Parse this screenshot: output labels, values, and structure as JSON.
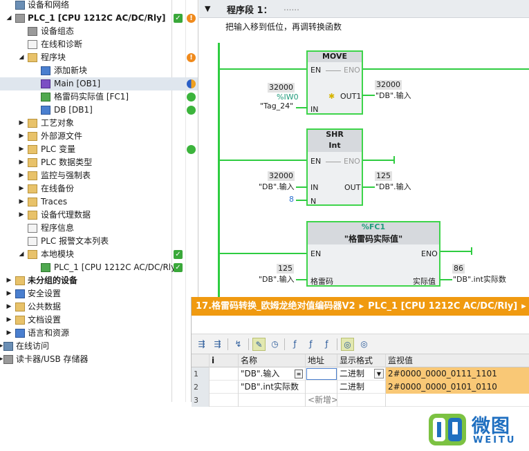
{
  "tree": {
    "items": [
      {
        "label": "设备和网络"
      },
      {
        "label": "PLC_1 [CPU 1212C AC/DC/Rly]"
      },
      {
        "label": "设备组态"
      },
      {
        "label": "在线和诊断"
      },
      {
        "label": "程序块"
      },
      {
        "label": "添加新块"
      },
      {
        "label": "Main [OB1]"
      },
      {
        "label": "格雷码实际值 [FC1]"
      },
      {
        "label": "DB [DB1]"
      },
      {
        "label": "工艺对象"
      },
      {
        "label": "外部源文件"
      },
      {
        "label": "PLC 变量"
      },
      {
        "label": "PLC 数据类型"
      },
      {
        "label": "监控与强制表"
      },
      {
        "label": "在线备份"
      },
      {
        "label": "Traces"
      },
      {
        "label": "设备代理数据"
      },
      {
        "label": "程序信息"
      },
      {
        "label": "PLC 报警文本列表"
      },
      {
        "label": "本地模块"
      },
      {
        "label": "PLC_1 [CPU 1212C AC/DC/Rly]"
      },
      {
        "label": "未分组的设备"
      },
      {
        "label": "安全设置"
      },
      {
        "label": "公共数据"
      },
      {
        "label": "文档设置"
      },
      {
        "label": "语言和资源"
      },
      {
        "label": "在线访问"
      },
      {
        "label": "读卡器/USB 存储器"
      }
    ]
  },
  "editor": {
    "segment_title": "程序段 1：",
    "segment_dots": "......",
    "comment": "把输入移到低位，再调转换函数",
    "move": {
      "name": "MOVE",
      "en": "EN",
      "eno": "ENO",
      "in": "IN",
      "out": "OUT1",
      "in_value": "32000",
      "in_addr": "%IW0",
      "in_tag": "\"Tag_24\"",
      "out_value": "32000",
      "out_tag": "\"DB\".输入"
    },
    "shr": {
      "name": "SHR",
      "type": "Int",
      "en": "EN",
      "eno": "ENO",
      "in": "IN",
      "n": "N",
      "out": "OUT",
      "in_value": "32000",
      "in_tag": "\"DB\".输入",
      "n_value": "8",
      "out_value": "125",
      "out_tag": "\"DB\".输入"
    },
    "fc": {
      "addr": "%FC1",
      "name": "\"格雷码实际值\"",
      "en": "EN",
      "eno": "ENO",
      "in": "格雷码",
      "out": "实际值",
      "in_value": "125",
      "in_tag": "\"DB\".输入",
      "out_value": "86",
      "out_tag": "\"DB\".int实际数"
    }
  },
  "watch": {
    "title_parts": [
      "17.格雷码转换_欧姆龙绝对值编码器V2",
      "PLC_1 [CPU 1212C AC/DC/Rly]"
    ],
    "separator": "▸",
    "columns": [
      "",
      "i",
      "名称",
      "地址",
      "显示格式",
      "监视值"
    ],
    "rows": [
      {
        "num": "1",
        "name": "\"DB\".输入",
        "addr": "",
        "format": "二进制",
        "value": "2#0000_0000_0111_1101"
      },
      {
        "num": "2",
        "name": "\"DB\".int实际数",
        "addr": "",
        "format": "二进制",
        "value": "2#0000_0000_0101_0110"
      },
      {
        "num": "3",
        "name": "",
        "addr": "<新增>",
        "format": "",
        "value": ""
      }
    ]
  },
  "logo": {
    "cn": "微图",
    "en": "WEITU"
  },
  "colors": {
    "accent_orange": "#f09a10",
    "ladder_green": "#2ecc40",
    "monitor_highlight": "#f9c876",
    "logo_blue": "#1f6fc0",
    "logo_green": "#7cc242"
  }
}
